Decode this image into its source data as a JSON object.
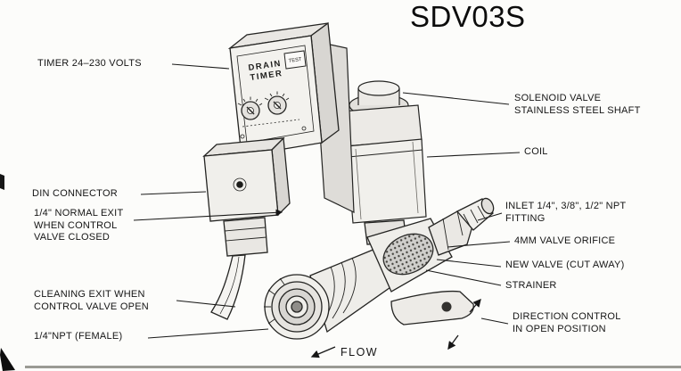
{
  "colors": {
    "ink": "#1a1a1a",
    "paper": "#fcfcfa"
  },
  "title": "SDV03S",
  "device": {
    "timer_label_line1": "DRAIN",
    "timer_label_line2": "TIMER",
    "test_button_label": "TEST"
  },
  "callouts": {
    "left": {
      "timer": {
        "lines": [
          "TIMER 24–230 VOLTS"
        ]
      },
      "din_connector": {
        "lines": [
          "DIN CONNECTOR"
        ]
      },
      "normal_exit": {
        "lines": [
          "1/4\" NORMAL EXIT",
          "WHEN CONTROL",
          "VALVE CLOSED"
        ]
      },
      "cleaning_exit": {
        "lines": [
          "CLEANING EXIT WHEN",
          "CONTROL VALVE OPEN"
        ]
      },
      "npt_female": {
        "lines": [
          "1/4\"NPT (FEMALE)"
        ]
      }
    },
    "right": {
      "solenoid": {
        "lines": [
          "SOLENOID VALVE",
          "STAINLESS STEEL SHAFT"
        ]
      },
      "coil": {
        "lines": [
          "COIL"
        ]
      },
      "inlet": {
        "lines": [
          "INLET 1/4\", 3/8\", 1/2\" NPT",
          "FITTING"
        ]
      },
      "orifice": {
        "lines": [
          "4MM VALVE ORIFICE"
        ]
      },
      "new_valve": {
        "lines": [
          "NEW VALVE (CUT AWAY)"
        ]
      },
      "strainer": {
        "lines": [
          "STRAINER"
        ]
      },
      "direction_control": {
        "lines": [
          "DIRECTION CONTROL",
          "IN OPEN POSITION"
        ]
      }
    },
    "flow": {
      "label": "FLOW"
    }
  }
}
